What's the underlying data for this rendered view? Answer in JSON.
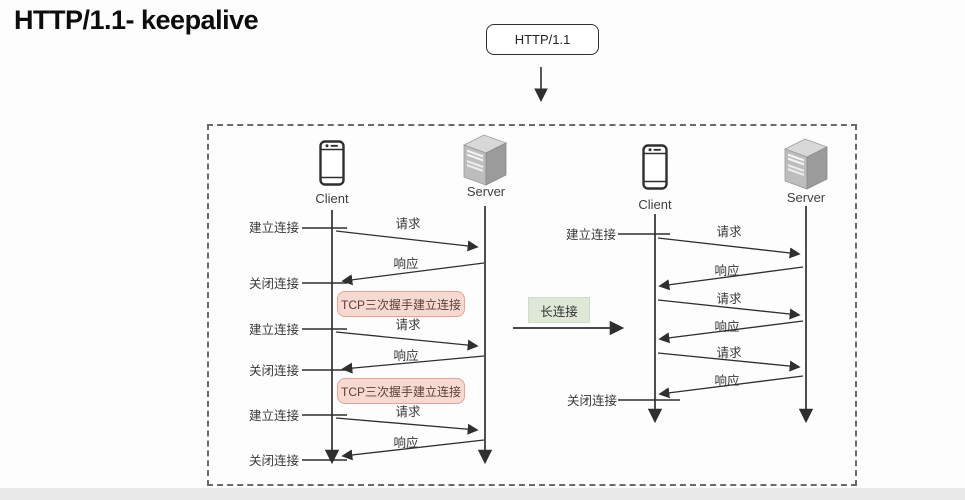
{
  "page": {
    "title": "HTTP/1.1- keepalive"
  },
  "flow_root": {
    "label": "HTTP/1.1"
  },
  "left_diagram": {
    "client_label": "Client",
    "server_label": "Server",
    "cycles": [
      {
        "establish": "建立连接",
        "request": "请求",
        "response": "响应",
        "close": "关闭连接",
        "tcp_note": "TCP三次握手建立连接"
      },
      {
        "establish": "建立连接",
        "request": "请求",
        "response": "响应",
        "close": "关闭连接",
        "tcp_note": "TCP三次握手建立连接"
      },
      {
        "establish": "建立连接",
        "request": "请求",
        "response": "响应",
        "close": "关闭连接"
      }
    ]
  },
  "transition": {
    "label": "长连接"
  },
  "right_diagram": {
    "client_label": "Client",
    "server_label": "Server",
    "establish": "建立连接",
    "exchanges": [
      {
        "request": "请求",
        "response": "响应"
      },
      {
        "request": "请求",
        "response": "响应"
      },
      {
        "request": "请求",
        "response": "响应"
      }
    ],
    "close": "关闭连接"
  },
  "colors": {
    "tcp_note_bg": "#f8d9d1",
    "tcp_note_border": "#e5a396",
    "tcp_note_text": "#5a413a",
    "keepalive_bg": "#dfe8d7",
    "line": "#2f2f2f"
  }
}
